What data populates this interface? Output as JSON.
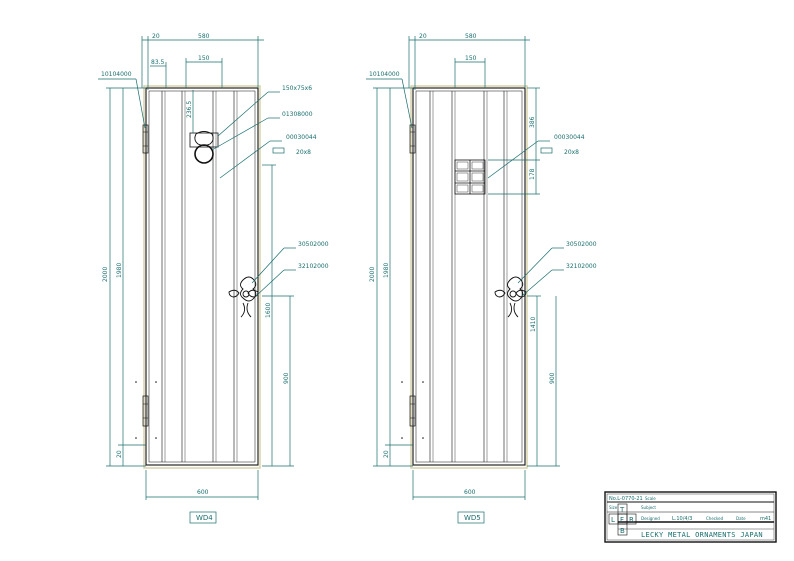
{
  "door_left": {
    "tag": "WD4",
    "dims": {
      "top_gap": "20",
      "top_width": "580",
      "offset": "83.5",
      "ornament_width": "150",
      "ornament_height": "236.5",
      "overall_height": "2000",
      "inner_height": "1980",
      "bottom_gap": "20",
      "handle_height": "1600",
      "lower_height": "900",
      "bottom_width": "600"
    },
    "callouts": {
      "hinge": "10104000",
      "plate": "150x75x6",
      "knocker": "01308000",
      "part": "00030044",
      "part_size": "20x8",
      "handle_a": "30502000",
      "handle_b": "32102000"
    }
  },
  "door_right": {
    "tag": "WD5",
    "dims": {
      "top_gap": "20",
      "top_width": "580",
      "window_width": "150",
      "top_offset": "386",
      "window_height": "178",
      "overall_height": "2000",
      "inner_height": "1980",
      "bottom_gap": "20",
      "handle_height": "1410",
      "lower_height": "900",
      "bottom_width": "600"
    },
    "callouts": {
      "hinge": "10104000",
      "part": "00030044",
      "part_size": "20x8",
      "handle_a": "30502000",
      "handle_b": "32102000"
    }
  },
  "title_block": {
    "drawing_no": "No.L-0770-21",
    "row1_small": "Scale",
    "row2_label": "Size",
    "row2_small": "Subject",
    "row3_label": "Designed",
    "row3_date": "L.10/4/3",
    "row3_mid": "Checked",
    "row3_end": "Date",
    "row3_num": "m41",
    "view_letters": [
      "T",
      "L",
      "F",
      "R",
      "B"
    ],
    "company": "LECKY METAL ORNAMENTS JAPAN"
  },
  "colors": {
    "dimension": "#1a6e6e",
    "outline": "#111111",
    "door_edge": "#d9d2a8"
  }
}
